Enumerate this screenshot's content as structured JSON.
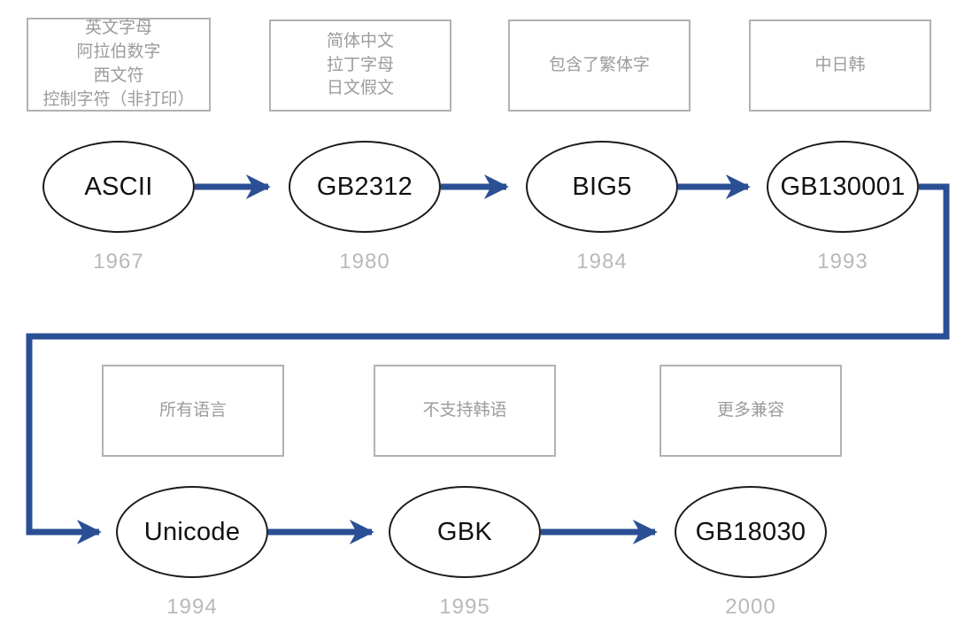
{
  "diagram": {
    "type": "flowchart-timeline",
    "subject": "Evolution of character encodings",
    "colors": {
      "arrow": "#2b4f94",
      "node_border": "#1a1a1a",
      "node_text": "#111111",
      "note_border": "#b2b2b2",
      "note_text": "#9c9c9c",
      "year_text": "#b9b9b9",
      "bg": "#ffffff"
    },
    "flow_order": [
      "ASCII",
      "GB2312",
      "BIG5",
      "GB130001",
      "Unicode",
      "GBK",
      "GB18030"
    ]
  },
  "nodes": [
    {
      "id": "ascii",
      "label": "ASCII",
      "year": "1967",
      "note": "英文字母\n阿拉伯数字\n西文符\n控制字符（非打印）"
    },
    {
      "id": "gb2312",
      "label": "GB2312",
      "year": "1980",
      "note": "简体中文\n拉丁字母\n日文假文"
    },
    {
      "id": "big5",
      "label": "BIG5",
      "year": "1984",
      "note": "包含了繁体字"
    },
    {
      "id": "gb130001",
      "label": "GB130001",
      "year": "1993",
      "note": "中日韩"
    },
    {
      "id": "unicode",
      "label": "Unicode",
      "year": "1994",
      "note": "所有语言"
    },
    {
      "id": "gbk",
      "label": "GBK",
      "year": "1995",
      "note": "不支持韩语"
    },
    {
      "id": "gb18030",
      "label": "GB18030",
      "year": "2000",
      "note": "更多兼容"
    }
  ]
}
